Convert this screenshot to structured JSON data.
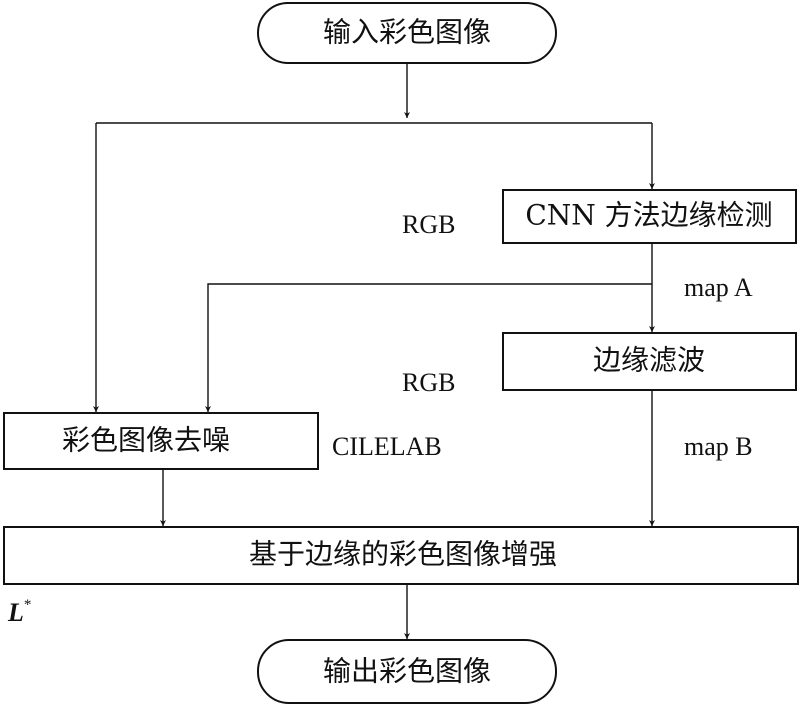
{
  "nodes": {
    "input": "输入彩色图像",
    "cnn_edge": "CNN 方法边缘检测",
    "edge_filter": "边缘滤波",
    "denoise": "彩色图像去噪",
    "enhance": "基于边缘的彩色图像增强",
    "output": "输出彩色图像"
  },
  "labels": {
    "rgb_top": "RGB",
    "map_a": "map A",
    "rgb_mid": "RGB",
    "cielab": "CILELAB",
    "map_b": "map B",
    "l_star": "L",
    "l_star_sup": "*"
  }
}
